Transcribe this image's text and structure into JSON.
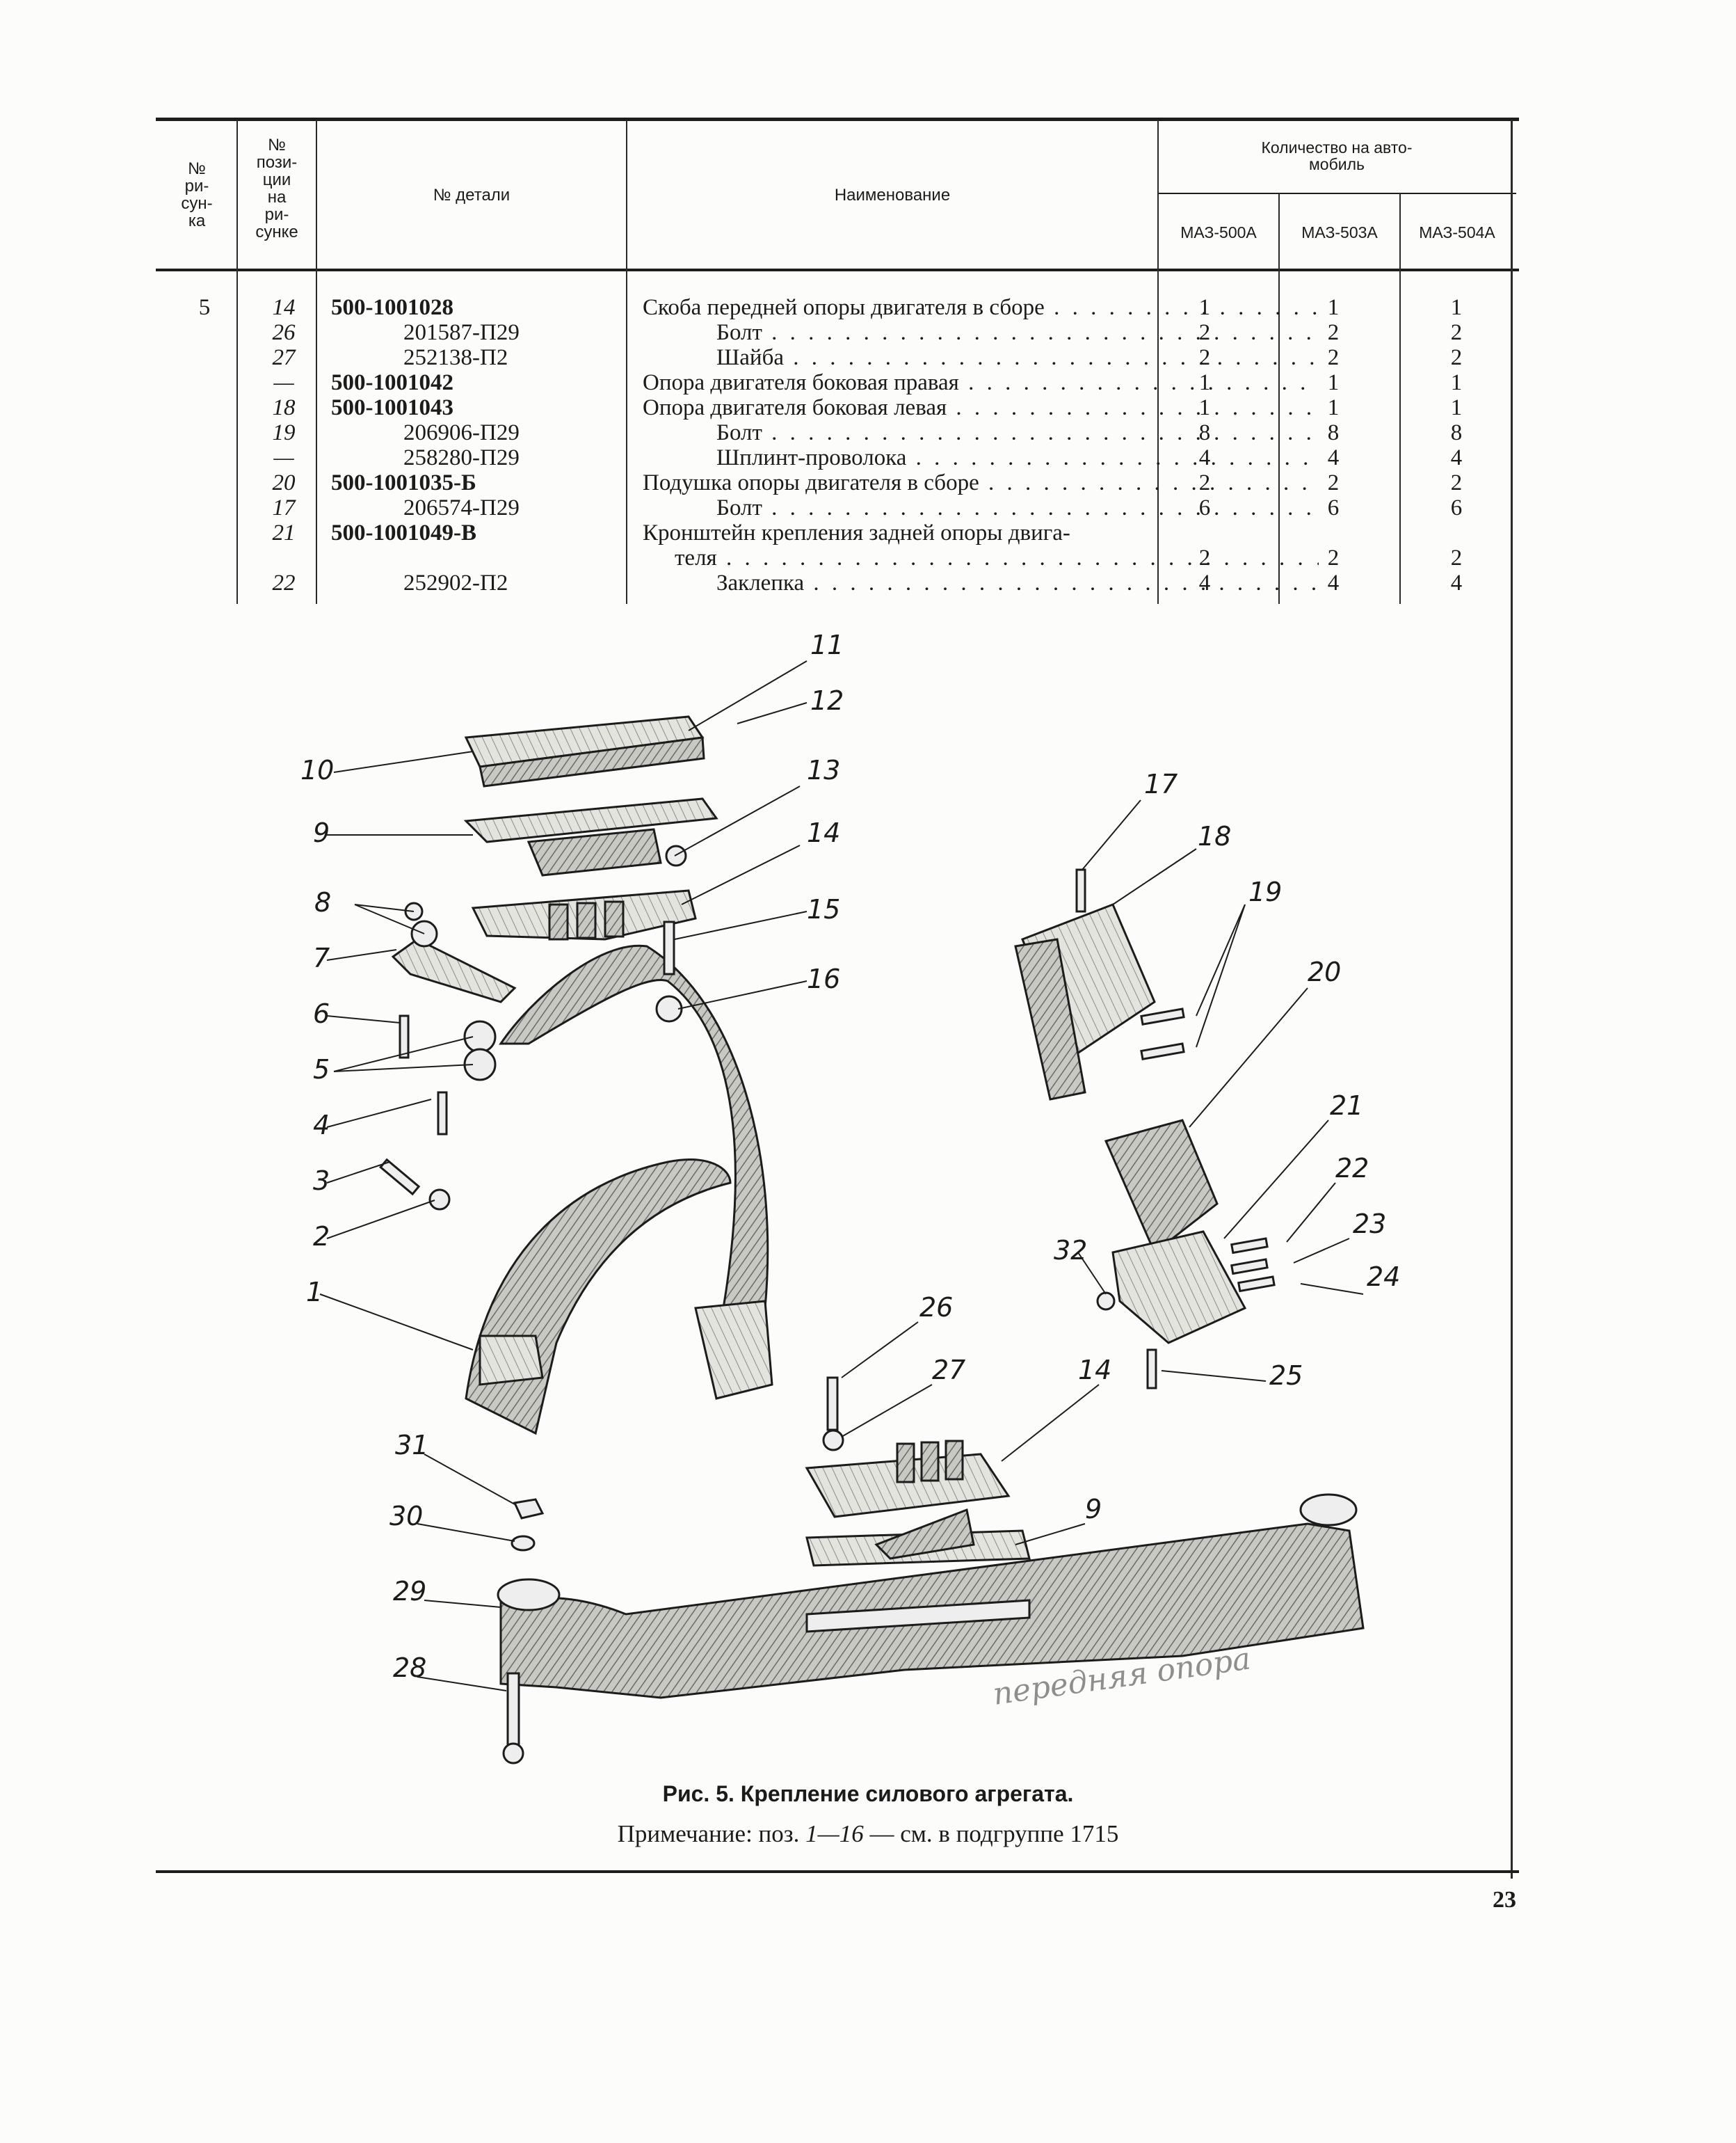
{
  "table": {
    "headers": {
      "figure_no": "№\nри-\nсун-\nка",
      "position_no": "№\nпози-\nции\nна\nри-\nсунке",
      "part_no": "№ детали",
      "name": "Наименование",
      "quantity": "Количество на авто-\nмобиль",
      "models": [
        "МАЗ-500А",
        "МАЗ-503А",
        "МАЗ-504А"
      ]
    },
    "rows": [
      {
        "fig": "5",
        "pos": "14",
        "part": "500-1001028",
        "name": "Скоба передней опоры двигателя в сборе",
        "q": [
          "1",
          "1",
          "1"
        ]
      },
      {
        "fig": "",
        "pos": "26",
        "part": "201587-П29",
        "name": "Болт",
        "q": [
          "2",
          "2",
          "2"
        ]
      },
      {
        "fig": "",
        "pos": "27",
        "part": "252138-П2",
        "name": "Шайба",
        "q": [
          "2",
          "2",
          "2"
        ]
      },
      {
        "fig": "",
        "pos": "—",
        "part": "500-1001042",
        "name": "Опора двигателя боковая правая",
        "q": [
          "1",
          "1",
          "1"
        ]
      },
      {
        "fig": "",
        "pos": "18",
        "part": "500-1001043",
        "name": "Опора двигателя боковая левая",
        "q": [
          "1",
          "1",
          "1"
        ]
      },
      {
        "fig": "",
        "pos": "19",
        "part": "206906-П29",
        "name": "Болт",
        "q": [
          "8",
          "8",
          "8"
        ]
      },
      {
        "fig": "",
        "pos": "—",
        "part": "258280-П29",
        "name": "Шплинт-проволока",
        "q": [
          "4",
          "4",
          "4"
        ]
      },
      {
        "fig": "",
        "pos": "20",
        "part": "500-1001035-Б",
        "name": "Подушка опоры двигателя в сборе",
        "q": [
          "2",
          "2",
          "2"
        ]
      },
      {
        "fig": "",
        "pos": "17",
        "part": "206574-П29",
        "name": "Болт",
        "q": [
          "6",
          "6",
          "6"
        ]
      },
      {
        "fig": "",
        "pos": "21",
        "part": "500-1001049-В",
        "name": "Кронштейн крепления задней опоры двига-",
        "q": [
          "",
          "",
          ""
        ]
      },
      {
        "fig": "",
        "pos": "",
        "part": "",
        "name": "теля",
        "q": [
          "2",
          "2",
          "2"
        ]
      },
      {
        "fig": "",
        "pos": "22",
        "part": "252902-П2",
        "name": "Заклепка",
        "q": [
          "4",
          "4",
          "4"
        ]
      }
    ]
  },
  "figure": {
    "callouts": [
      "11",
      "12",
      "10",
      "13",
      "9",
      "14",
      "8",
      "15",
      "7",
      "16",
      "6",
      "5",
      "4",
      "3",
      "2",
      "1",
      "17",
      "18",
      "19",
      "20",
      "21",
      "22",
      "23",
      "32",
      "24",
      "26",
      "25",
      "27",
      "14",
      "31",
      "9",
      "30",
      "29",
      "28"
    ],
    "handwritten_note": "передняя опора"
  },
  "caption": "Рис. 5. Крепление силового агрегата.",
  "note": {
    "prefix": "Примечание: поз. ",
    "range": "1—16",
    "suffix": " — см. в подгруппе 1715"
  },
  "page_number": "23"
}
